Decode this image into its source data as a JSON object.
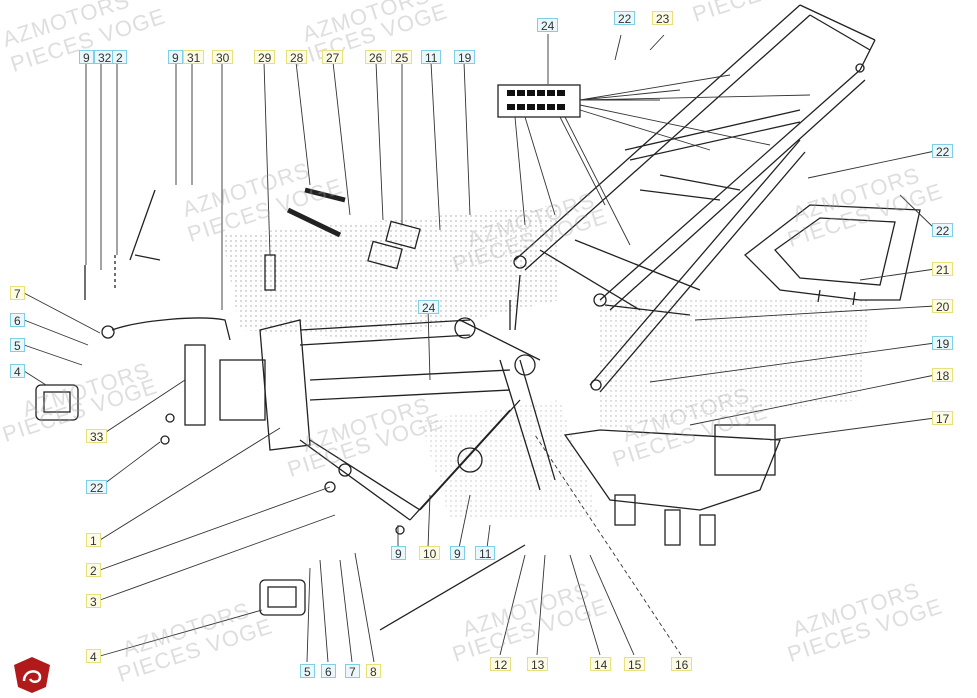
{
  "watermark": {
    "line1": "AZMOTORS",
    "line2": "PIECES VOGE"
  },
  "callouts": [
    {
      "id": "lbl-9-a",
      "text": "9",
      "style": "cyan"
    },
    {
      "id": "lbl-32",
      "text": "32",
      "style": "cyan"
    },
    {
      "id": "lbl-2-a",
      "text": "2",
      "style": "cyan"
    },
    {
      "id": "lbl-9-b",
      "text": "9",
      "style": "cyan"
    },
    {
      "id": "lbl-31",
      "text": "31",
      "style": "yellow"
    },
    {
      "id": "lbl-30",
      "text": "30",
      "style": "yellow"
    },
    {
      "id": "lbl-29",
      "text": "29",
      "style": "yellow"
    },
    {
      "id": "lbl-28",
      "text": "28",
      "style": "yellow"
    },
    {
      "id": "lbl-27",
      "text": "27",
      "style": "yellow"
    },
    {
      "id": "lbl-26",
      "text": "26",
      "style": "yellow"
    },
    {
      "id": "lbl-25",
      "text": "25",
      "style": "yellow"
    },
    {
      "id": "lbl-11-a",
      "text": "11",
      "style": "cyan"
    },
    {
      "id": "lbl-19-a",
      "text": "19",
      "style": "cyan"
    },
    {
      "id": "lbl-24-a",
      "text": "24",
      "style": "cyan"
    },
    {
      "id": "lbl-22-a",
      "text": "22",
      "style": "cyan"
    },
    {
      "id": "lbl-23",
      "text": "23",
      "style": "yellow"
    },
    {
      "id": "lbl-22-b",
      "text": "22",
      "style": "cyan"
    },
    {
      "id": "lbl-22-c",
      "text": "22",
      "style": "cyan"
    },
    {
      "id": "lbl-21",
      "text": "21",
      "style": "yellow"
    },
    {
      "id": "lbl-20",
      "text": "20",
      "style": "yellow"
    },
    {
      "id": "lbl-19-b",
      "text": "19",
      "style": "cyan"
    },
    {
      "id": "lbl-18",
      "text": "18",
      "style": "yellow"
    },
    {
      "id": "lbl-17",
      "text": "17",
      "style": "yellow"
    },
    {
      "id": "lbl-7-a",
      "text": "7",
      "style": "yellow"
    },
    {
      "id": "lbl-6-a",
      "text": "6",
      "style": "cyan"
    },
    {
      "id": "lbl-5-a",
      "text": "5",
      "style": "cyan"
    },
    {
      "id": "lbl-4-a",
      "text": "4",
      "style": "cyan"
    },
    {
      "id": "lbl-33",
      "text": "33",
      "style": "yellow"
    },
    {
      "id": "lbl-22-d",
      "text": "22",
      "style": "cyan"
    },
    {
      "id": "lbl-24-b",
      "text": "24",
      "style": "cyan"
    },
    {
      "id": "lbl-1",
      "text": "1",
      "style": "yellow"
    },
    {
      "id": "lbl-2-b",
      "text": "2",
      "style": "yellow"
    },
    {
      "id": "lbl-3",
      "text": "3",
      "style": "yellow"
    },
    {
      "id": "lbl-4-b",
      "text": "4",
      "style": "yellow"
    },
    {
      "id": "lbl-9-c",
      "text": "9",
      "style": "cyan"
    },
    {
      "id": "lbl-10",
      "text": "10",
      "style": "yellow"
    },
    {
      "id": "lbl-9-d",
      "text": "9",
      "style": "cyan"
    },
    {
      "id": "lbl-11-b",
      "text": "11",
      "style": "cyan"
    },
    {
      "id": "lbl-5-b",
      "text": "5",
      "style": "cyan"
    },
    {
      "id": "lbl-6-b",
      "text": "6",
      "style": "cyan"
    },
    {
      "id": "lbl-7-b",
      "text": "7",
      "style": "cyan"
    },
    {
      "id": "lbl-8",
      "text": "8",
      "style": "yellow"
    },
    {
      "id": "lbl-12",
      "text": "12",
      "style": "yellow"
    },
    {
      "id": "lbl-13",
      "text": "13",
      "style": "yellow"
    },
    {
      "id": "lbl-14",
      "text": "14",
      "style": "yellow"
    },
    {
      "id": "lbl-15",
      "text": "15",
      "style": "yellow"
    },
    {
      "id": "lbl-16",
      "text": "16",
      "style": "yellow"
    }
  ]
}
